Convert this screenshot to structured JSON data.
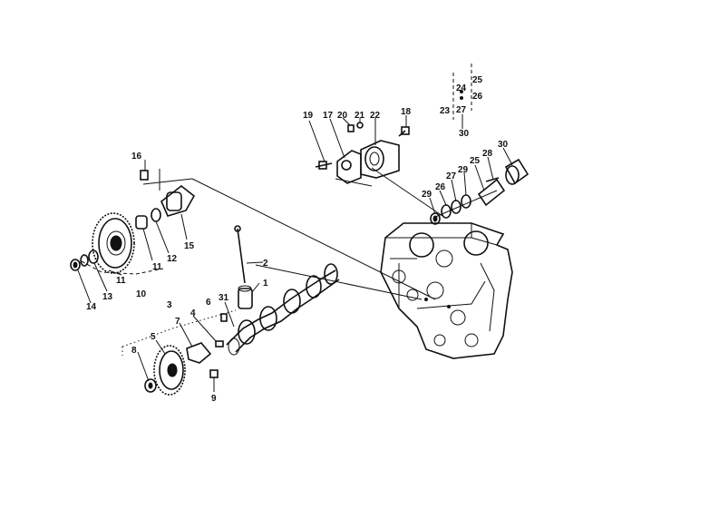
{
  "diagram": {
    "callouts": {
      "n1": "1",
      "n2": "2",
      "n3": "3",
      "n4": "4",
      "n5": "5",
      "n6": "6",
      "n7": "7",
      "n8": "8",
      "n9": "9",
      "n10": "10",
      "n11a": "11",
      "n11b": "11",
      "n12": "12",
      "n13": "13",
      "n14": "14",
      "n15": "15",
      "n16": "16",
      "n17": "17",
      "n18": "18",
      "n19": "19",
      "n20": "20",
      "n21": "21",
      "n22": "22",
      "n23": "23",
      "n24": "24",
      "n25a": "25",
      "n25b": "25",
      "n26a": "26",
      "n26b": "26",
      "n27a": "27",
      "n27b": "27",
      "n28": "28",
      "n29a": "29",
      "n29b": "29",
      "n30a": "30",
      "n30b": "30",
      "n31": "31"
    }
  }
}
